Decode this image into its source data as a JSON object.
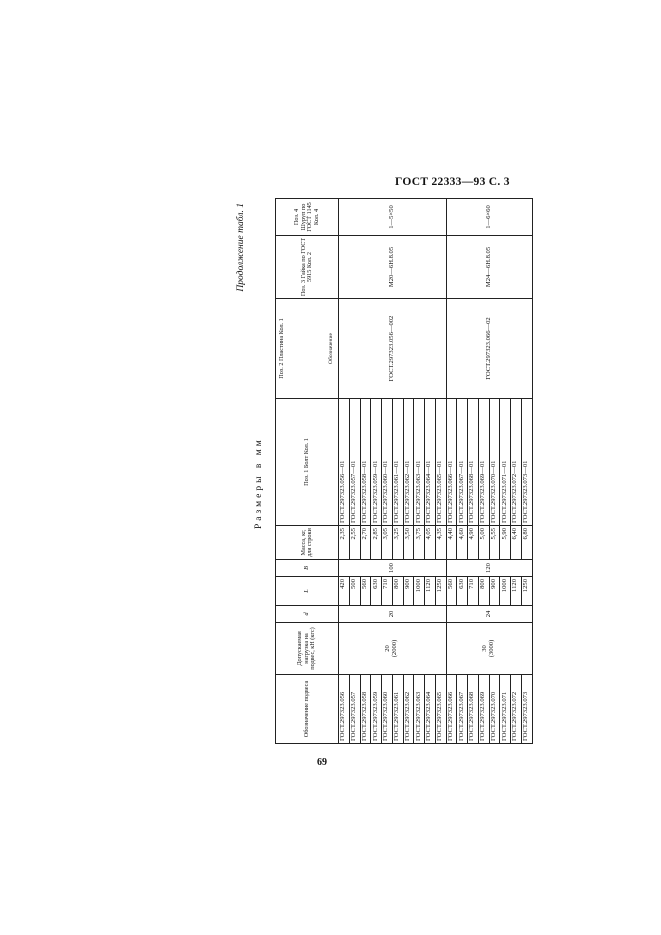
{
  "header": {
    "text": "ГОСТ 22333—93 С. 3"
  },
  "page_number": "69",
  "caption": "Продолжение табл. 1",
  "units": "Размеры в мм",
  "columns": {
    "designation": "Обозначение подвеса",
    "load": "Допускаемая нагрузка на подвес, кН (кгс)",
    "d": "d",
    "L": "L",
    "B": "B",
    "mass": "Масса, кг, для строки",
    "bolt": "Поз. 1 Болт Кол. 1",
    "plate": "Поз. 2 Пластина Кол. 1",
    "nut": "Поз. 3 Гайка по ГОСТ 5915 Кол. 2",
    "screw": "Поз. 4 Шуруп по ГОСТ 1145 Кол. 4",
    "plate_sub": "Обозначение"
  },
  "groups": [
    {
      "load": "20",
      "load_kgf": "(2000)",
      "d": "20",
      "B": "100",
      "plate": "ГОСТ.297323.056—002",
      "nut": "М20—6Н.8.05",
      "screw": "1—5×50",
      "rows": [
        {
          "designation": "ГОСТ.297323.056",
          "L": "420",
          "mass": "2,35",
          "bolt": "ГОСТ.297323.056—01"
        },
        {
          "designation": "ГОСТ.297323.057",
          "L": "500",
          "mass": "2,55",
          "bolt": "ГОСТ.297323.057—01"
        },
        {
          "designation": "ГОСТ.297323.058",
          "L": "560",
          "mass": "2,70",
          "bolt": "ГОСТ.297323.058—01"
        },
        {
          "designation": "ГОСТ.297323.059",
          "L": "630",
          "mass": "2,85",
          "bolt": "ГОСТ.297323.059—01"
        },
        {
          "designation": "ГОСТ.297323.060",
          "L": "710",
          "mass": "3,05",
          "bolt": "ГОСТ.297323.060—01"
        },
        {
          "designation": "ГОСТ.297323.061",
          "L": "800",
          "mass": "3,25",
          "bolt": "ГОСТ.297323.061—01"
        },
        {
          "designation": "ГОСТ.297323.062",
          "L": "900",
          "mass": "3,50",
          "bolt": "ГОСТ.297323.062—01"
        },
        {
          "designation": "ГОСТ.297323.063",
          "L": "1000",
          "mass": "3,75",
          "bolt": "ГОСТ.297323.063—01"
        },
        {
          "designation": "ГОСТ.297323.064",
          "L": "1120",
          "mass": "4,05",
          "bolt": "ГОСТ.297323.064—01"
        },
        {
          "designation": "ГОСТ.297323.065",
          "L": "1250",
          "mass": "4,35",
          "bolt": "ГОСТ.297323.065—01"
        }
      ]
    },
    {
      "load": "30",
      "load_kgf": "(3000)",
      "d": "24",
      "B": "120",
      "plate": "ГОСТ.297323.066—02",
      "nut": "М24—6Н.8.05",
      "screw": "1—6×60",
      "rows": [
        {
          "designation": "ГОСТ.297323.066",
          "L": "560",
          "mass": "4,40",
          "bolt": "ГОСТ.297323.066—01"
        },
        {
          "designation": "ГОСТ.297323.067",
          "L": "630",
          "mass": "4,60",
          "bolt": "ГОСТ.297323.067—01"
        },
        {
          "designation": "ГОСТ.297323.068",
          "L": "710",
          "mass": "4,90",
          "bolt": "ГОСТ.297323.068—01"
        },
        {
          "designation": "ГОСТ.297323.069",
          "L": "800",
          "mass": "5,00",
          "bolt": "ГОСТ.297323.069—01"
        },
        {
          "designation": "ГОСТ.297323.070",
          "L": "900",
          "mass": "5,55",
          "bolt": "ГОСТ.297323.070—01"
        },
        {
          "designation": "ГОСТ.297323.071",
          "L": "1000",
          "mass": "5,90",
          "bolt": "ГОСТ.297323.071—01"
        },
        {
          "designation": "ГОСТ.297323.072",
          "L": "1120",
          "mass": "6,40",
          "bolt": "ГОСТ.297323.072—01"
        },
        {
          "designation": "ГОСТ.297323.073",
          "L": "1250",
          "mass": "6,80",
          "bolt": "ГОСТ.297323.073—01"
        }
      ]
    }
  ]
}
